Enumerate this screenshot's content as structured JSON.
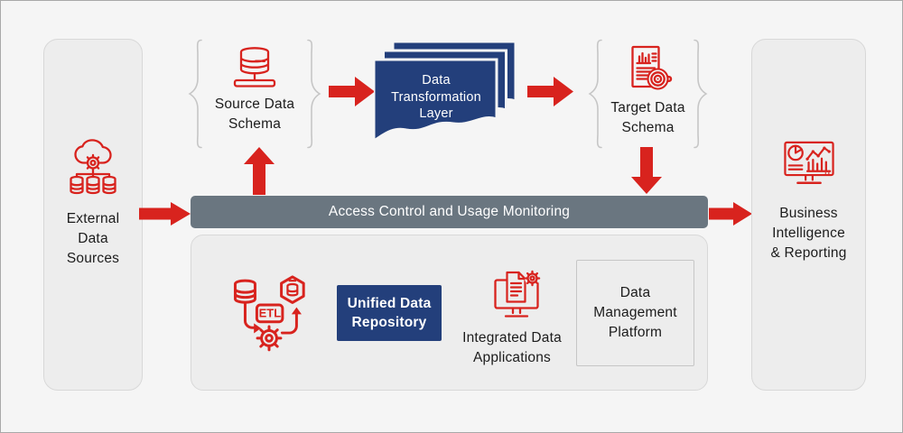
{
  "colors": {
    "accent_red": "#D8231E",
    "primary_navy": "#233F7B",
    "bar_gray": "#6A7680",
    "panel_gray": "#EDEDED",
    "canvas_bg": "#F5F5F5",
    "text_dark": "#1C1C1C",
    "text_light": "#FFFFFF"
  },
  "icons": {
    "external_sources": "cloud-databases-icon",
    "source_schema": "database-network-icon",
    "target_schema": "report-target-icon",
    "etl": "etl-process-icon",
    "integrated_apps": "monitor-document-gear-icon",
    "bi_reporting": "bi-dashboard-icon"
  },
  "nodes": {
    "external_sources": {
      "label": "External\nData\nSources"
    },
    "source_schema": {
      "label": "Source Data\nSchema"
    },
    "transformation_layer": {
      "label": "Data\nTransformation\nLayer"
    },
    "target_schema": {
      "label": "Target Data\nSchema"
    },
    "access_bar": {
      "label": "Access Control and Usage Monitoring"
    },
    "unified_repository": {
      "label": "Unified Data\nRepository"
    },
    "etl": {
      "badge": "ETL"
    },
    "integrated_apps": {
      "label": "Integrated Data\nApplications"
    },
    "data_management_platform": {
      "label": "Data\nManagement\nPlatform"
    },
    "bi_reporting": {
      "label": "Business\nIntelligence\n& Reporting"
    }
  }
}
